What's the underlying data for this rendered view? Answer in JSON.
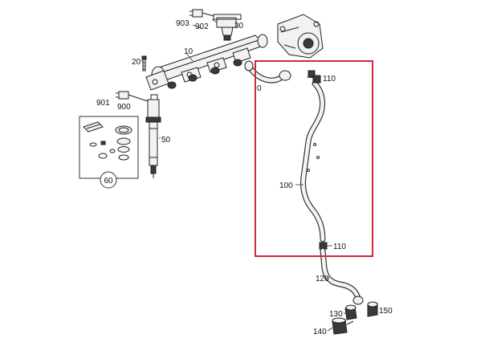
{
  "callouts": {
    "c903": "903",
    "c902": "902",
    "c30": "30",
    "c20": "20",
    "c10": "10",
    "c901": "901",
    "c900": "900",
    "c0": "0",
    "c110_top": "110",
    "c50": "50",
    "c60": "60",
    "c100": "100",
    "c110_bottom": "110",
    "c120": "120",
    "c130": "130",
    "c150": "150",
    "c140": "140"
  },
  "highlight": {
    "color": "#cc2b3a"
  }
}
